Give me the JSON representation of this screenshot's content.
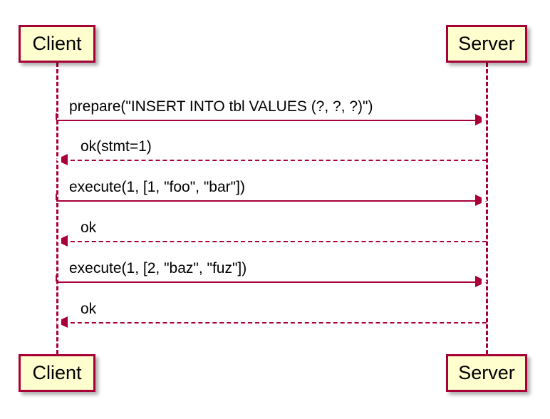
{
  "diagram": {
    "type": "uml-sequence-diagram",
    "colors": {
      "box_fill": "#FEFECE",
      "box_border": "#A80036",
      "arrow": "#A80036",
      "text": "#000000",
      "background": "#FFFFFF"
    },
    "participants": [
      {
        "id": "client",
        "label": "Client"
      },
      {
        "id": "server",
        "label": "Server"
      }
    ],
    "messages": [
      {
        "index": 1,
        "label": "prepare(\"INSERT INTO tbl VALUES (?, ?, ?)\")",
        "from": "client",
        "to": "server",
        "direction": "right",
        "style": "solid",
        "kind": "request"
      },
      {
        "index": 2,
        "label": "ok(stmt=1)",
        "from": "server",
        "to": "client",
        "direction": "left",
        "style": "dashed",
        "kind": "response"
      },
      {
        "index": 3,
        "label": "execute(1, [1, \"foo\", \"bar\"])",
        "from": "client",
        "to": "server",
        "direction": "right",
        "style": "solid",
        "kind": "request"
      },
      {
        "index": 4,
        "label": "ok",
        "from": "server",
        "to": "client",
        "direction": "left",
        "style": "dashed",
        "kind": "response"
      },
      {
        "index": 5,
        "label": "execute(1, [2, \"baz\", \"fuz\"])",
        "from": "client",
        "to": "server",
        "direction": "right",
        "style": "solid",
        "kind": "request"
      },
      {
        "index": 6,
        "label": "ok",
        "from": "server",
        "to": "client",
        "direction": "left",
        "style": "dashed",
        "kind": "response"
      }
    ]
  }
}
